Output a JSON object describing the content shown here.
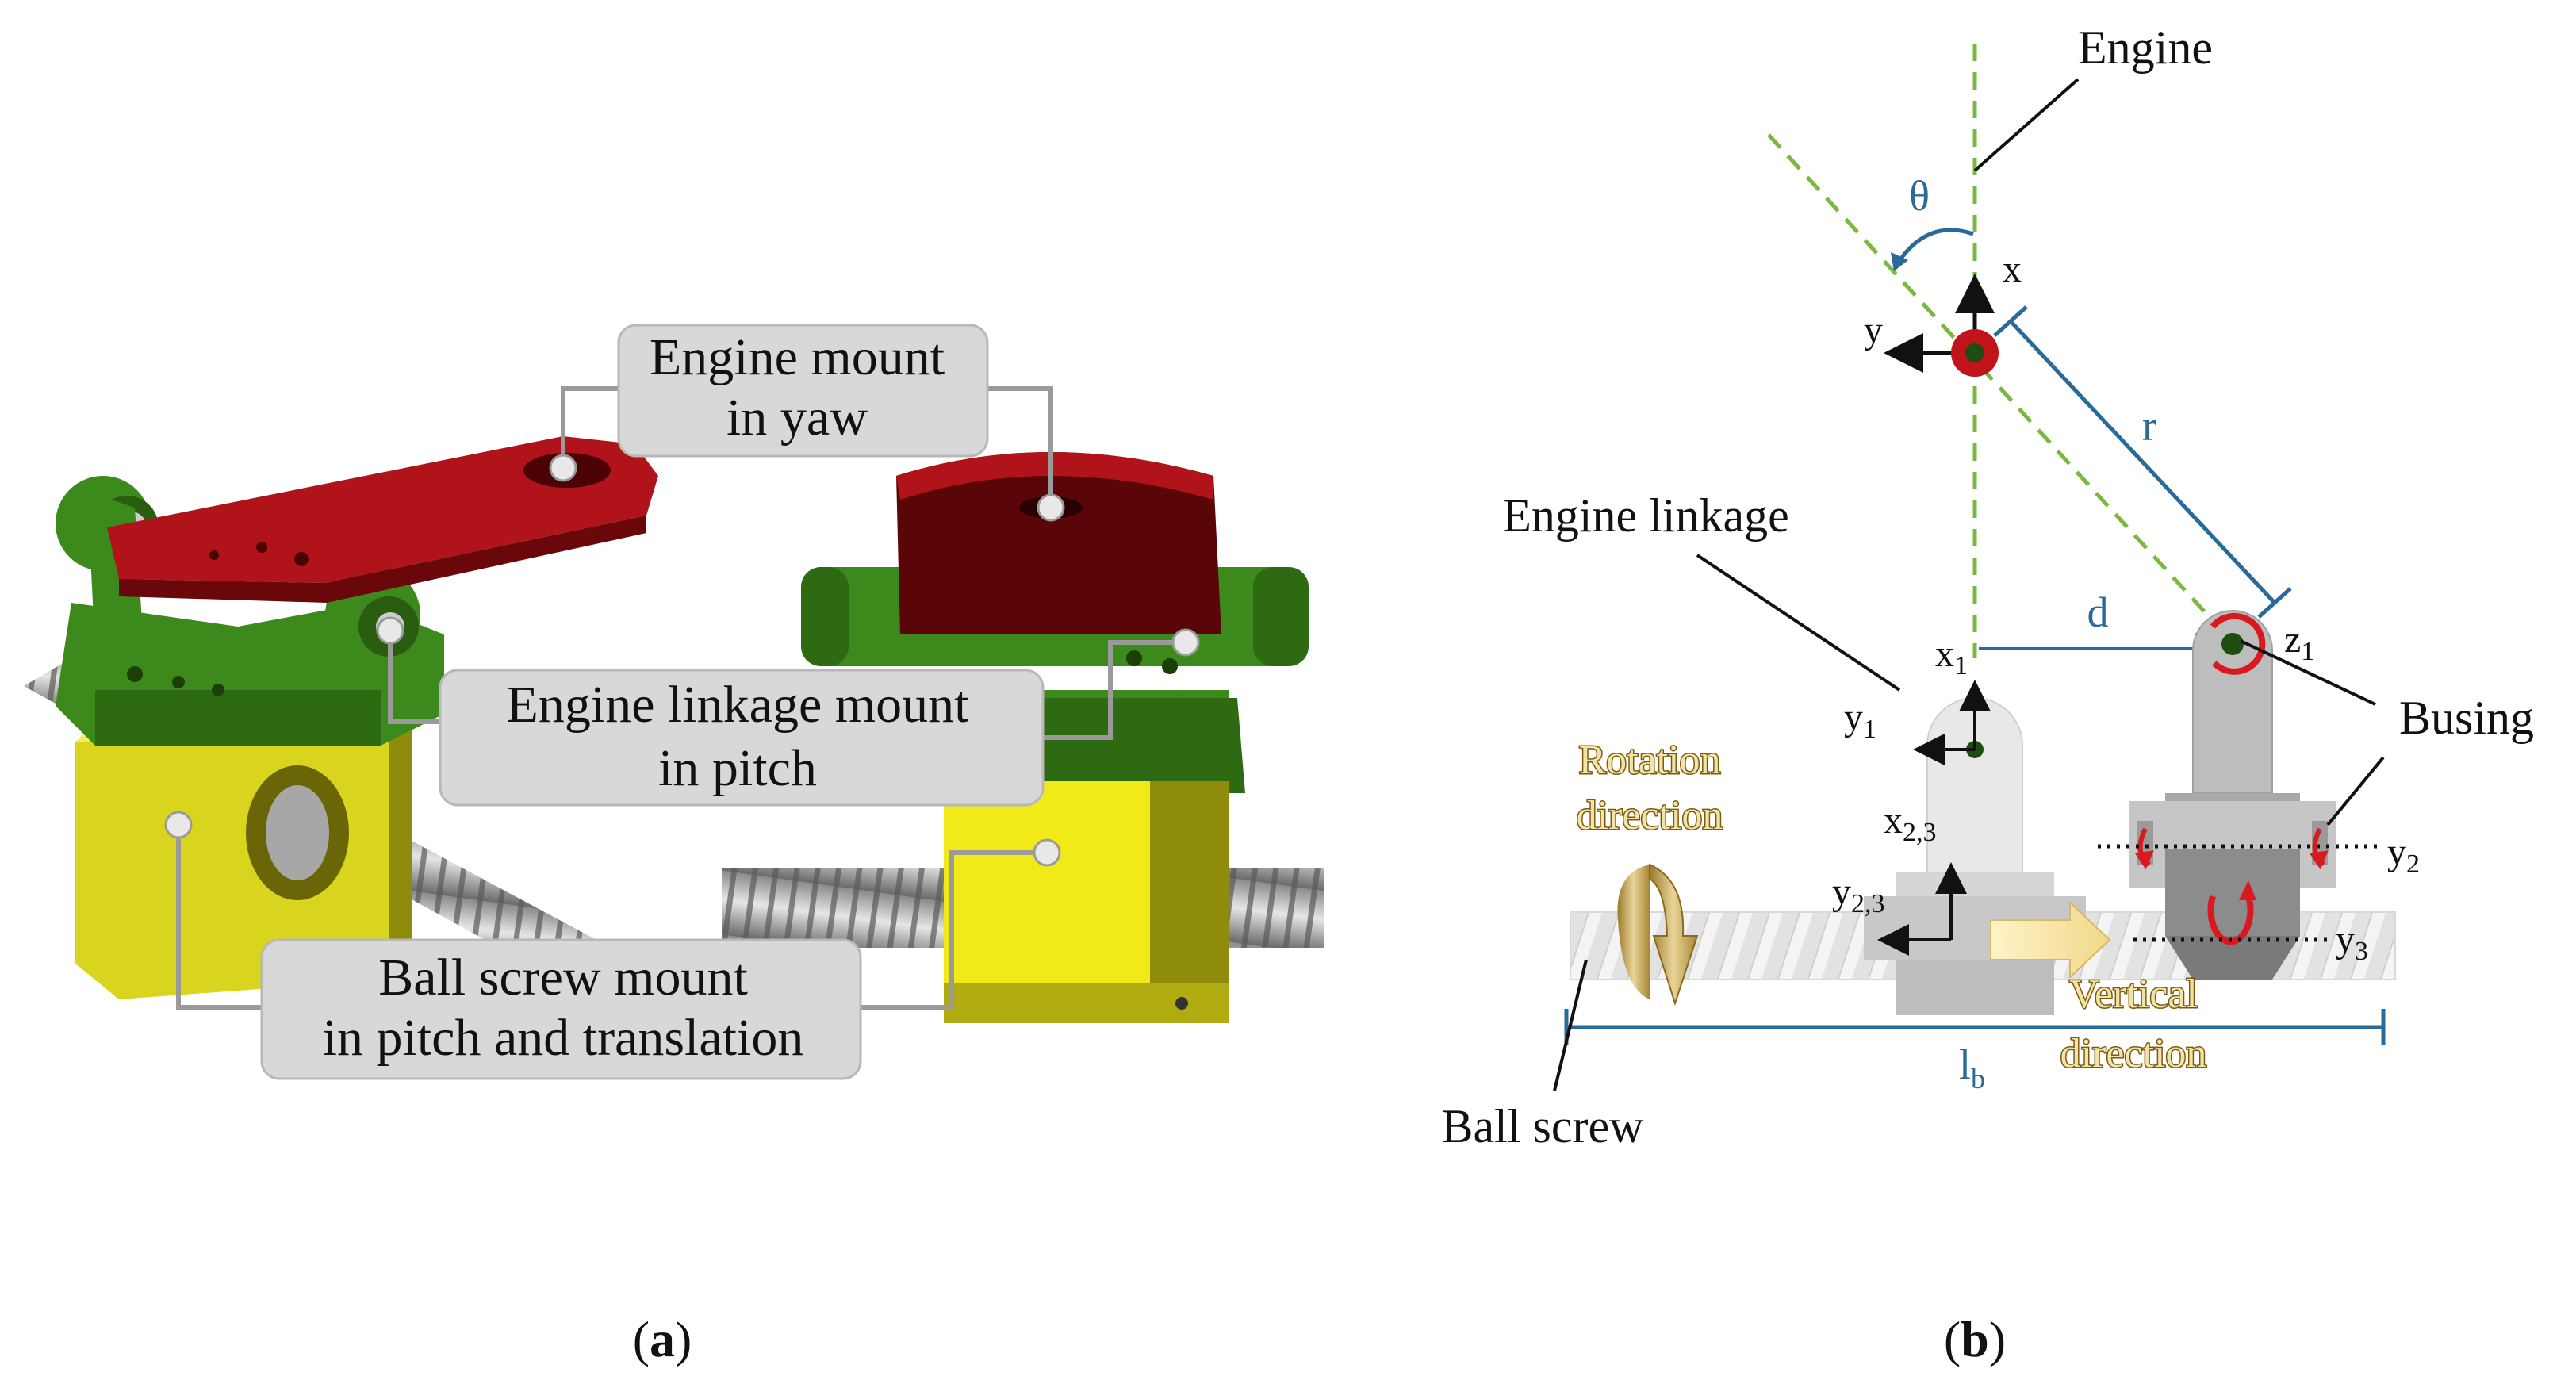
{
  "panel_a": {
    "caption_open": "(",
    "caption_letter": "a",
    "caption_close": ")",
    "callouts": {
      "yaw_line1": "Engine mount",
      "yaw_line2": "in yaw",
      "pitch_line1": "Engine linkage  mount",
      "pitch_line2": "in pitch",
      "ball_line1": "Ball screw mount",
      "ball_line2": "in pitch and translation"
    }
  },
  "panel_b": {
    "caption_open": "(",
    "caption_letter": "b",
    "caption_close": ")",
    "labels": {
      "engine": "Engine",
      "engine_linkage": "Engine linkage",
      "busing": "Busing",
      "ball_screw": "Ball screw",
      "rotation_line1": "Rotation",
      "rotation_line2": "direction",
      "vertical_line1": "Vertical",
      "vertical_line2": "direction"
    },
    "dimensions": {
      "theta": "θ",
      "r": "r",
      "d": "d",
      "lb_main": "l",
      "lb_sub": "b"
    },
    "axes": {
      "x": "x",
      "y": "y",
      "x1_main": "x",
      "x1_sub": "1",
      "y1_main": "y",
      "y1_sub": "1",
      "z1_main": "z",
      "z1_sub": "1",
      "x23_main": "x",
      "x23_sub": "2,3",
      "y23_main": "y",
      "y23_sub": "2,3",
      "y2_main": "y",
      "y2_sub": "2",
      "y3_main": "y",
      "y3_sub": "3"
    }
  },
  "colors": {
    "mount_red": "#b0141a",
    "mount_dark_red": "#5a0508",
    "linkage_green": "#3d8a1c",
    "screw_yellow": "#d9d41e",
    "dim_blue": "#2a6a99",
    "guide_green": "#7ab840",
    "callout_box": "#d8d8d8"
  }
}
